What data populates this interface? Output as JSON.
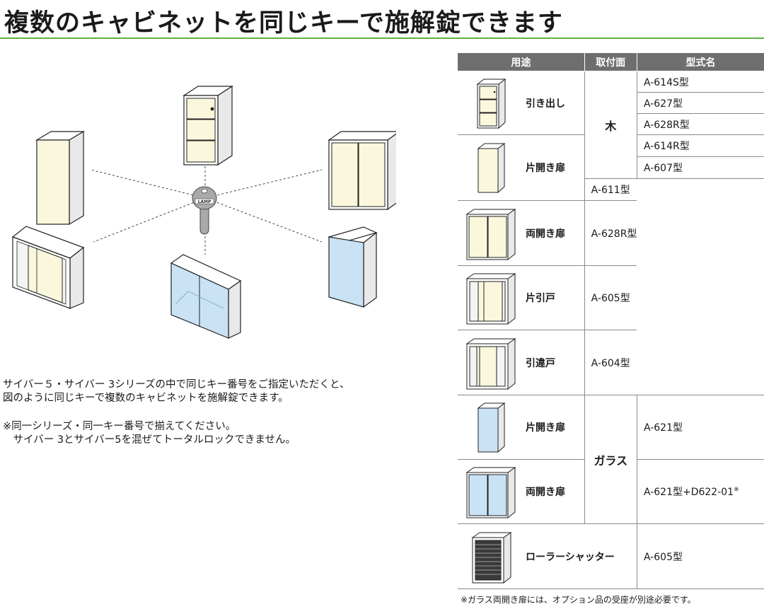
{
  "title": "複数のキャビネットを同じキーで施解錠できます",
  "description": {
    "lines": [
      "サイバー５・サイバー 3シリーズの中で同じキー番号をご指定いただくと、",
      "図のように同じキーで複数のキャビネットを施解錠できます。"
    ],
    "notes": [
      "※同一シリーズ・同一キー番号で揃えてください。",
      "　サイバー 3とサイバー5を混ぜてトータルロックできません。"
    ]
  },
  "key_label": "LAMP",
  "table": {
    "headers": [
      "用途",
      "取付面",
      "型式名"
    ],
    "mounts": {
      "wood": "木",
      "glass": "ガラス"
    },
    "rows": [
      {
        "use": "引き出し",
        "icon": "drawer-cabinet-icon",
        "models": [
          "A-614S型",
          "A-627型",
          "A-628R型"
        ]
      },
      {
        "use": "片開き扉",
        "icon": "single-door-cabinet-icon",
        "models": [
          "A-614R型",
          "A-607型",
          "A-611型"
        ]
      },
      {
        "use": "両開き扉",
        "icon": "double-door-cabinet-icon",
        "models": [
          "A-628R型"
        ]
      },
      {
        "use": "片引戸",
        "icon": "single-sliding-door-cabinet-icon",
        "models": [
          "A-605型"
        ]
      },
      {
        "use": "引違戸",
        "icon": "double-sliding-door-cabinet-icon",
        "models": [
          "A-604型"
        ]
      },
      {
        "use": "片開き扉",
        "icon": "glass-single-door-cabinet-icon",
        "models": [
          "A-621型"
        ]
      },
      {
        "use": "両開き扉",
        "icon": "glass-double-door-cabinet-icon",
        "models": [
          "A-621型+D622-01"
        ],
        "model_mark": "※"
      },
      {
        "use": "ローラーシャッター",
        "icon": "roller-shutter-cabinet-icon",
        "models": [
          "A-605型"
        ]
      }
    ]
  },
  "footnote": "※ガラス両開き扉には、オプション品の受座が別途必要です。",
  "colors": {
    "wood_door": "#fbf7dc",
    "glass_door": "#c9e3f5",
    "header_bg": "#6e6e6e",
    "title_rule": "#5db04a"
  }
}
